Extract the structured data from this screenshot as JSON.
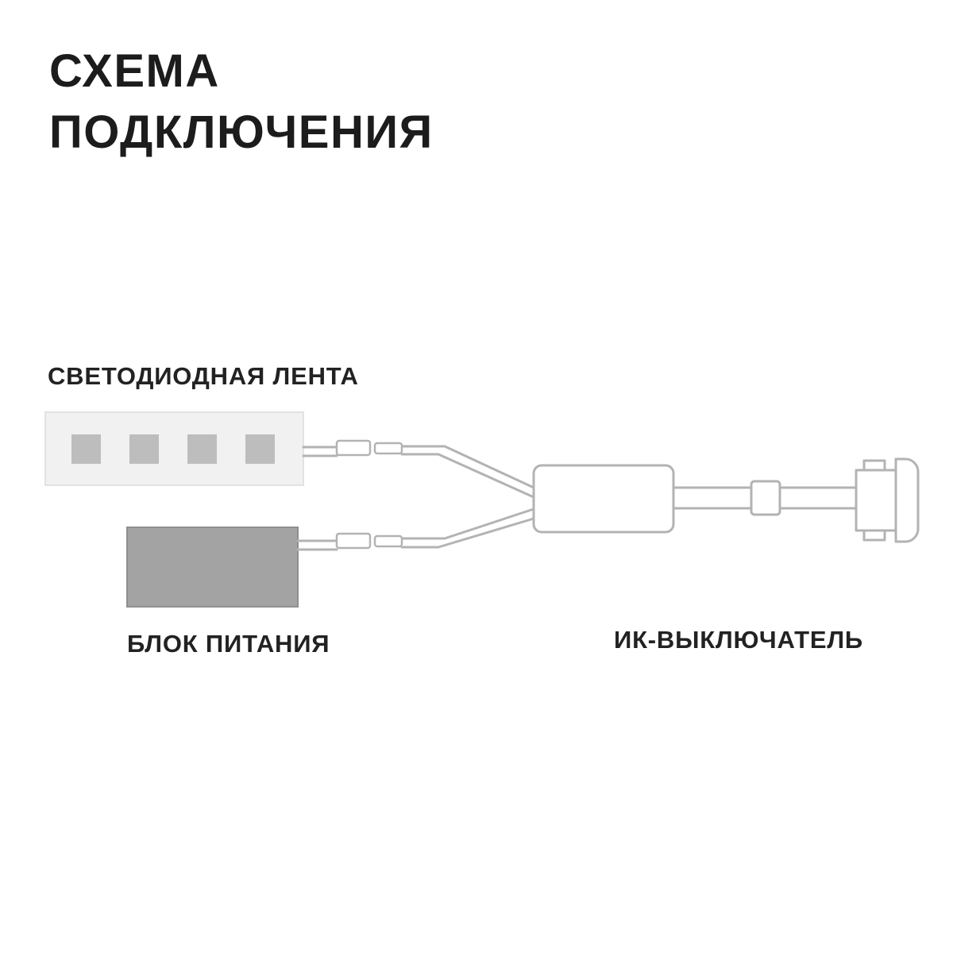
{
  "title": {
    "line1": "СХЕМА",
    "line2": "ПОДКЛЮЧЕНИЯ"
  },
  "labels": {
    "led_strip": "СВЕТОДИОДНАЯ ЛЕНТА",
    "power_supply": "БЛОК ПИТАНИЯ",
    "ir_switch": "ИК-ВЫКЛЮЧАТЕЛЬ"
  },
  "diagram": {
    "components": [
      {
        "name": "led-strip",
        "label": "СВЕТОДИОДНАЯ ЛЕНТА"
      },
      {
        "name": "power-supply",
        "label": "БЛОК ПИТАНИЯ"
      },
      {
        "name": "controller-box",
        "label": ""
      },
      {
        "name": "ferrite-bead",
        "label": ""
      },
      {
        "name": "ir-switch",
        "label": "ИК-ВЫКЛЮЧАТЕЛЬ"
      }
    ],
    "connections": [
      {
        "from": "led-strip",
        "to": "controller-box",
        "via": "plug-connector-pair"
      },
      {
        "from": "power-supply",
        "to": "controller-box",
        "via": "plug-connector-pair"
      },
      {
        "from": "controller-box",
        "to": "ir-switch",
        "via": "ferrite-bead"
      }
    ]
  },
  "colors": {
    "background": "#ffffff",
    "text": "#1c1c1c",
    "line": "#b3b3b3",
    "strip_fill": "#f1f1f1",
    "strip_stroke": "#e2e2e2",
    "led_square_fill": "#bdbdbd",
    "psu_fill": "#a3a3a3",
    "psu_stroke": "#8f8f8f"
  }
}
